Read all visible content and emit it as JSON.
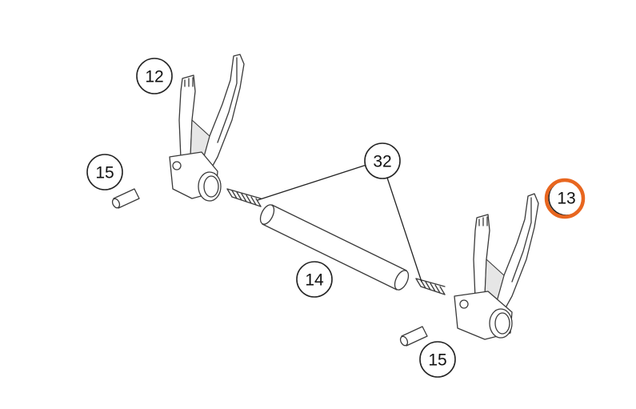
{
  "callouts": {
    "fork_upper": "12",
    "fork_lower": "13",
    "rod": "14",
    "pin_left": "15",
    "pin_right": "15",
    "springs": "32"
  },
  "highlight": {
    "callout": "13",
    "color": "#e8661f"
  }
}
